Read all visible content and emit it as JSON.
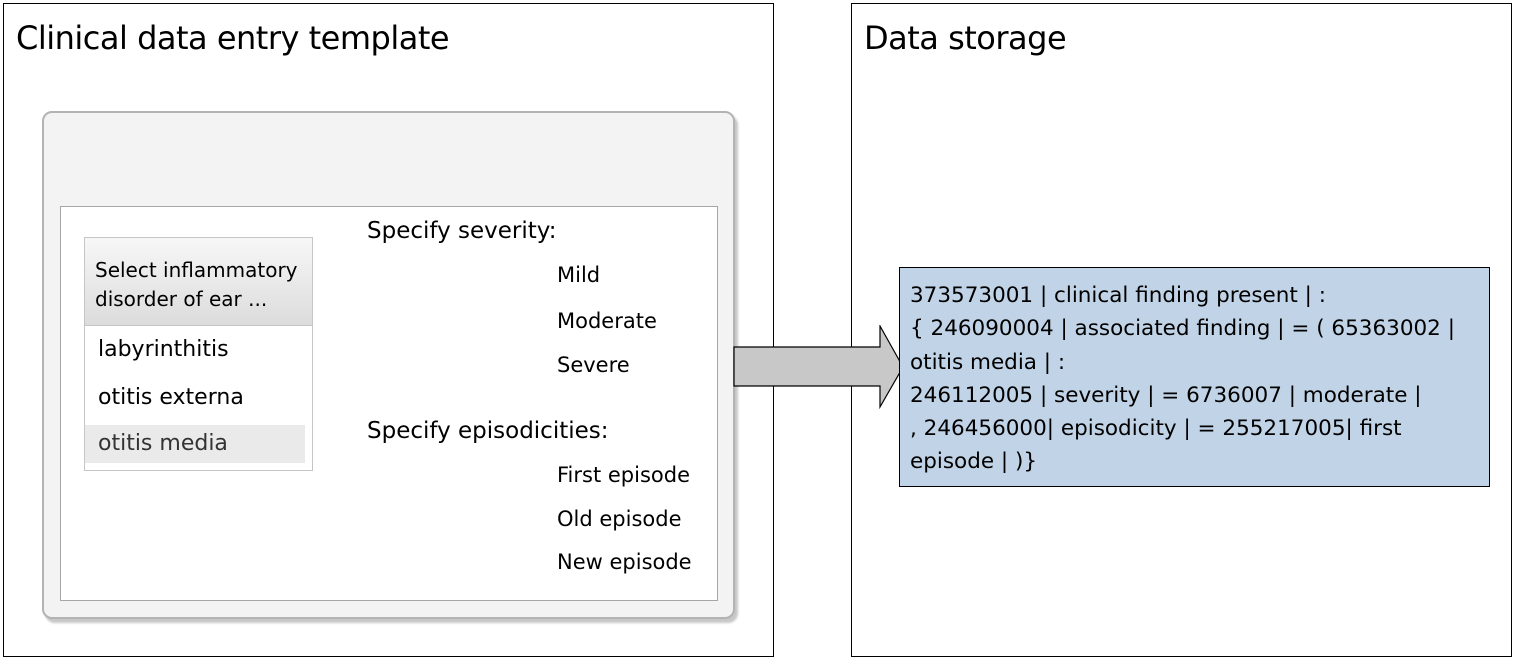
{
  "template_panel": {
    "title": "Clinical data entry template",
    "listbox": {
      "header": "Select inflammatory\ndisorder of ear ...",
      "items": [
        "labyrinthitis",
        "otitis externa",
        "otitis media"
      ],
      "selected": "otitis media"
    },
    "severity": {
      "label": "Specify severity:",
      "options": [
        "Mild",
        "Moderate",
        "Severe"
      ]
    },
    "episodicity": {
      "label": "Specify episodicities:",
      "options": [
        "First episode",
        "Old episode",
        "New episode"
      ]
    }
  },
  "storage_panel": {
    "title": "Data storage",
    "expression_lines": [
      "373573001 | clinical finding present | :",
      "{ 246090004 | associated finding  | = ( 65363002 |",
      "otitis media  | :",
      "246112005 | severity | = 6736007 | moderate |",
      ", 246456000|  episodicity | = 255217005|  first",
      "episode | )}"
    ]
  },
  "colors": {
    "storage_fill": "#c1d3e6",
    "arrow_fill": "#c8c8c8",
    "window_fill": "#f3f3f3"
  }
}
